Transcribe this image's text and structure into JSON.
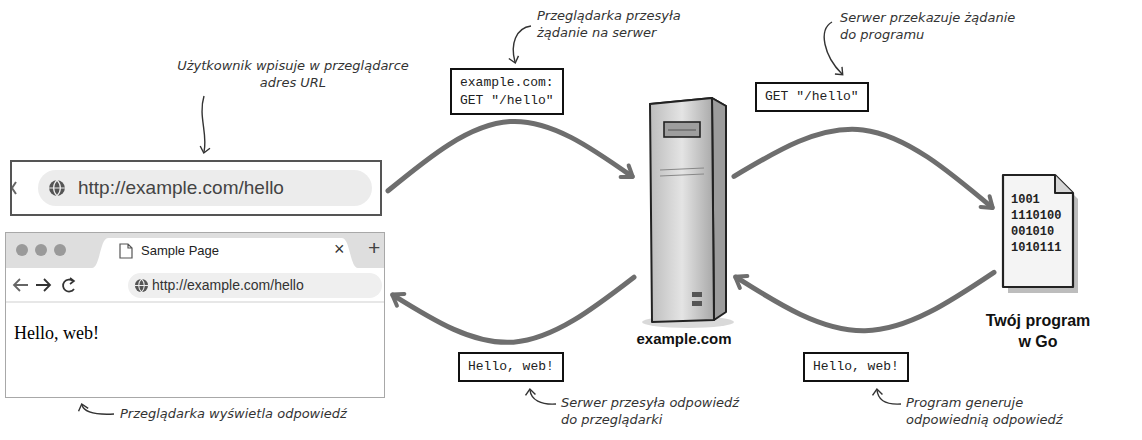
{
  "diagram": {
    "nodes": [
      {
        "text": [
          "http://example.com/hello"
        ]
      },
      {
        "text": [
          "Sample Page",
          "×",
          "+",
          "http://example.com/hello",
          "Hello, web!"
        ]
      },
      {
        "text": [
          "example.com"
        ]
      },
      {
        "text": [
          "1001 1110100 001010 1010111",
          "Twój program w Go"
        ]
      },
      {
        "text": [
          "example.com: GET \"/hello\""
        ]
      },
      {
        "text": [
          "GET \"/hello\""
        ]
      },
      {
        "text": [
          "Hello, web!"
        ]
      },
      {
        "text": [
          "Hello, web!"
        ]
      }
    ],
    "edges": [
      {
        "from": 0,
        "to": 2,
        "arrow": "to"
      },
      {
        "from": 2,
        "to": 3,
        "arrow": "to"
      },
      {
        "from": 3,
        "to": 2,
        "arrow": "to"
      },
      {
        "from": 2,
        "to": 1,
        "arrow": "to"
      }
    ],
    "labels": [
      "Przeglądarka przesyła żądanie na serwer",
      "Serwer przekazuje żądanie do programu",
      "Użytkownik wpisuje w przeglądarce adres URL",
      "Przeglądarka wyświetla odpowiedź",
      "Serwer przesyła odpowiedź do przeglądarki",
      "Program generuje odpowiednią odpowiedź"
    ]
  }
}
